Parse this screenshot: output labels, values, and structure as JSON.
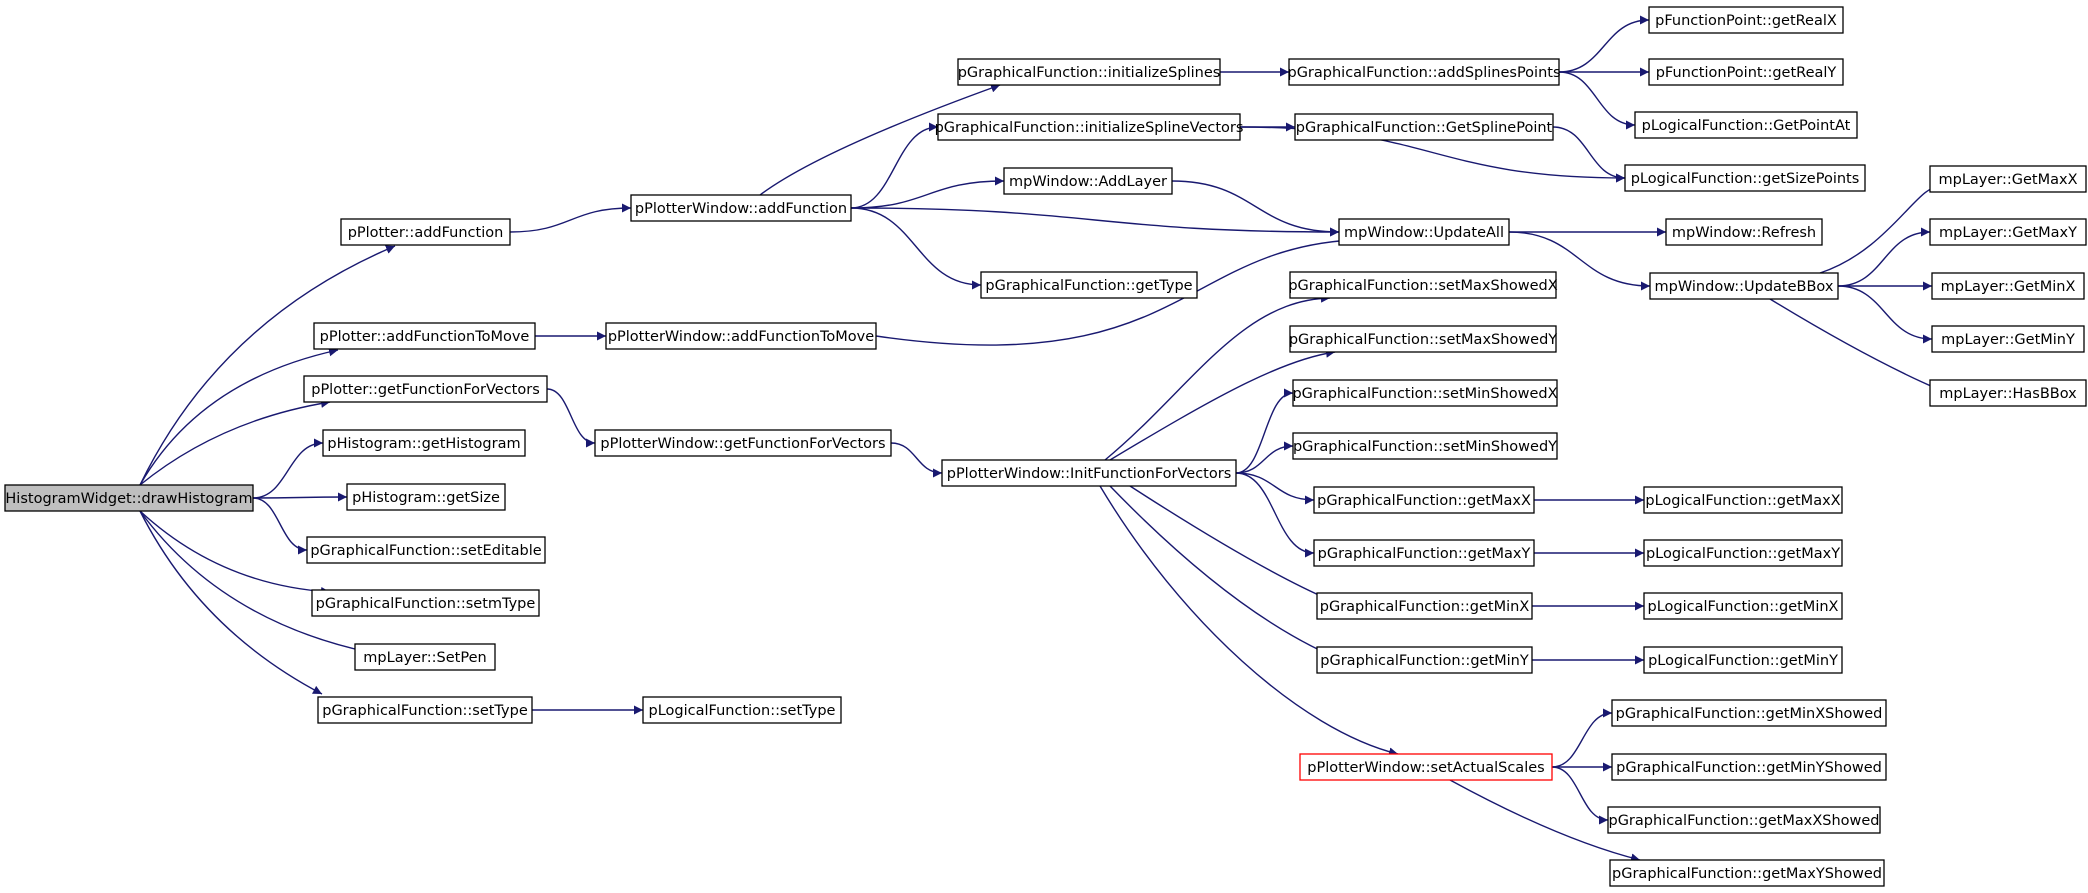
{
  "colors": {
    "edge": "#191970",
    "node_border": "#000000",
    "root_fill": "#bfbfbf",
    "highlight_border": "#ff0000",
    "background": "#ffffff"
  },
  "nodes": [
    {
      "id": "n1",
      "label": "HistogramWidget::drawHistogram",
      "root": true
    },
    {
      "id": "n2",
      "label": "pPlotter::addFunction"
    },
    {
      "id": "n3",
      "label": "pPlotter::addFunctionToMove"
    },
    {
      "id": "n4",
      "label": "pPlotter::getFunctionForVectors"
    },
    {
      "id": "n5",
      "label": "pHistogram::getHistogram"
    },
    {
      "id": "n6",
      "label": "pHistogram::getSize"
    },
    {
      "id": "n7",
      "label": "pGraphicalFunction::setEditable"
    },
    {
      "id": "n8",
      "label": "pGraphicalFunction::setmType"
    },
    {
      "id": "n9",
      "label": "mpLayer::SetPen"
    },
    {
      "id": "n10",
      "label": "pGraphicalFunction::setType"
    },
    {
      "id": "n11",
      "label": "pPlotterWindow::addFunction"
    },
    {
      "id": "n12",
      "label": "pPlotterWindow::addFunctionToMove"
    },
    {
      "id": "n13",
      "label": "pPlotterWindow::getFunctionForVectors"
    },
    {
      "id": "n14",
      "label": "pLogicalFunction::setType"
    },
    {
      "id": "n15",
      "label": "pGraphicalFunction::initializeSplines"
    },
    {
      "id": "n16",
      "label": "pGraphicalFunction::initializeSplineVectors"
    },
    {
      "id": "n17",
      "label": "mpWindow::AddLayer"
    },
    {
      "id": "n18",
      "label": "pGraphicalFunction::getType"
    },
    {
      "id": "n19",
      "label": "pPlotterWindow::InitFunctionForVectors"
    },
    {
      "id": "n20",
      "label": "pGraphicalFunction::addSplinesPoints"
    },
    {
      "id": "n21",
      "label": "pGraphicalFunction::GetSplinePoint"
    },
    {
      "id": "n22",
      "label": "mpWindow::UpdateAll"
    },
    {
      "id": "n23",
      "label": "pGraphicalFunction::setMaxShowedX"
    },
    {
      "id": "n24",
      "label": "pGraphicalFunction::setMaxShowedY"
    },
    {
      "id": "n25",
      "label": "pGraphicalFunction::setMinShowedX"
    },
    {
      "id": "n26",
      "label": "pGraphicalFunction::setMinShowedY"
    },
    {
      "id": "n27",
      "label": "pGraphicalFunction::getMaxX"
    },
    {
      "id": "n28",
      "label": "pGraphicalFunction::getMaxY"
    },
    {
      "id": "n29",
      "label": "pGraphicalFunction::getMinX"
    },
    {
      "id": "n30",
      "label": "pGraphicalFunction::getMinY"
    },
    {
      "id": "n31",
      "label": "pPlotterWindow::setActualScales",
      "highlight": true
    },
    {
      "id": "n32",
      "label": "pFunctionPoint::getRealX"
    },
    {
      "id": "n33",
      "label": "pFunctionPoint::getRealY"
    },
    {
      "id": "n34",
      "label": "pLogicalFunction::GetPointAt"
    },
    {
      "id": "n35",
      "label": "pLogicalFunction::getSizePoints"
    },
    {
      "id": "n36",
      "label": "mpWindow::Refresh"
    },
    {
      "id": "n37",
      "label": "mpWindow::UpdateBBox"
    },
    {
      "id": "n38",
      "label": "pLogicalFunction::getMaxX"
    },
    {
      "id": "n39",
      "label": "pLogicalFunction::getMaxY"
    },
    {
      "id": "n40",
      "label": "pLogicalFunction::getMinX"
    },
    {
      "id": "n41",
      "label": "pLogicalFunction::getMinY"
    },
    {
      "id": "n42",
      "label": "pGraphicalFunction::getMinXShowed"
    },
    {
      "id": "n43",
      "label": "pGraphicalFunction::getMinYShowed"
    },
    {
      "id": "n44",
      "label": "pGraphicalFunction::getMaxXShowed"
    },
    {
      "id": "n45",
      "label": "pGraphicalFunction::getMaxYShowed"
    },
    {
      "id": "n46",
      "label": "mpLayer::GetMaxX"
    },
    {
      "id": "n47",
      "label": "mpLayer::GetMaxY"
    },
    {
      "id": "n48",
      "label": "mpLayer::GetMinX"
    },
    {
      "id": "n49",
      "label": "mpLayer::GetMinY"
    },
    {
      "id": "n50",
      "label": "mpLayer::HasBBox"
    }
  ],
  "edges": [
    [
      "n1",
      "n2"
    ],
    [
      "n1",
      "n3"
    ],
    [
      "n1",
      "n4"
    ],
    [
      "n1",
      "n5"
    ],
    [
      "n1",
      "n6"
    ],
    [
      "n1",
      "n7"
    ],
    [
      "n1",
      "n8"
    ],
    [
      "n1",
      "n9"
    ],
    [
      "n1",
      "n10"
    ],
    [
      "n2",
      "n11"
    ],
    [
      "n3",
      "n12"
    ],
    [
      "n4",
      "n13"
    ],
    [
      "n10",
      "n14"
    ],
    [
      "n11",
      "n15"
    ],
    [
      "n11",
      "n16"
    ],
    [
      "n11",
      "n17"
    ],
    [
      "n11",
      "n22"
    ],
    [
      "n11",
      "n18"
    ],
    [
      "n12",
      "n22"
    ],
    [
      "n13",
      "n19"
    ],
    [
      "n15",
      "n20"
    ],
    [
      "n16",
      "n21"
    ],
    [
      "n16",
      "n35"
    ],
    [
      "n17",
      "n22"
    ],
    [
      "n20",
      "n32"
    ],
    [
      "n20",
      "n33"
    ],
    [
      "n20",
      "n34"
    ],
    [
      "n21",
      "n35"
    ],
    [
      "n22",
      "n36"
    ],
    [
      "n22",
      "n37"
    ],
    [
      "n37",
      "n46"
    ],
    [
      "n37",
      "n47"
    ],
    [
      "n37",
      "n48"
    ],
    [
      "n37",
      "n49"
    ],
    [
      "n37",
      "n50"
    ],
    [
      "n19",
      "n23"
    ],
    [
      "n19",
      "n24"
    ],
    [
      "n19",
      "n25"
    ],
    [
      "n19",
      "n26"
    ],
    [
      "n19",
      "n27"
    ],
    [
      "n19",
      "n28"
    ],
    [
      "n19",
      "n29"
    ],
    [
      "n19",
      "n30"
    ],
    [
      "n19",
      "n31"
    ],
    [
      "n27",
      "n38"
    ],
    [
      "n28",
      "n39"
    ],
    [
      "n29",
      "n40"
    ],
    [
      "n30",
      "n41"
    ],
    [
      "n31",
      "n42"
    ],
    [
      "n31",
      "n43"
    ],
    [
      "n31",
      "n44"
    ],
    [
      "n31",
      "n45"
    ]
  ]
}
